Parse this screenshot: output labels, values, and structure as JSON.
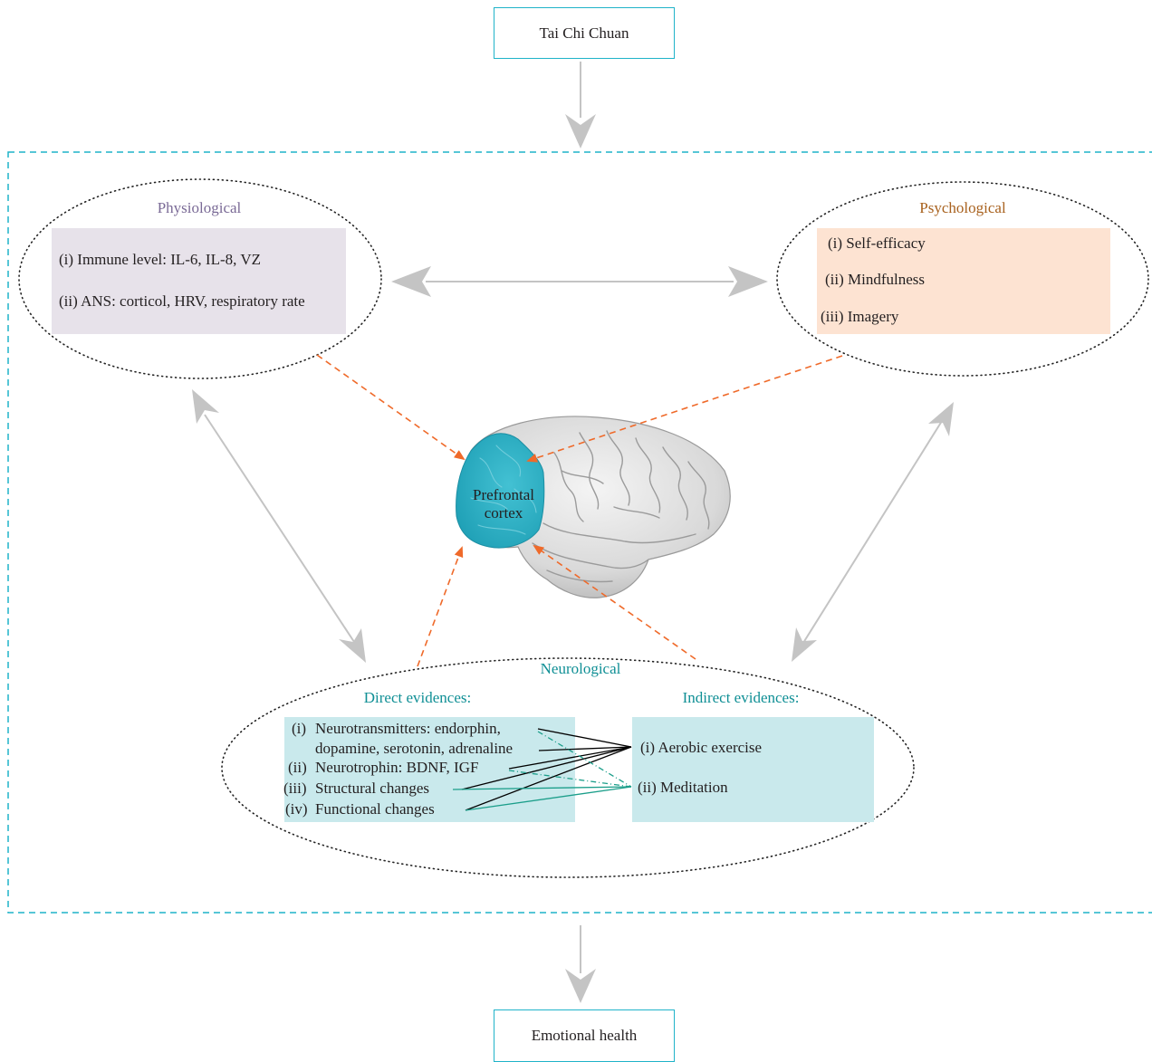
{
  "top_box": {
    "label": "Tai Chi Chuan"
  },
  "bottom_box": {
    "label": "Emotional health"
  },
  "physiological": {
    "title": "Physiological",
    "items": [
      "(i) Immune level: IL-6, IL-8, VZ",
      "(ii) ANS: corticol, HRV, respiratory rate"
    ]
  },
  "psychological": {
    "title": "Psychological",
    "items": [
      "(i) Self-efficacy",
      "(ii) Mindfulness",
      "(iii) Imagery"
    ]
  },
  "brain": {
    "label_line1": "Prefrontal",
    "label_line2": "cortex"
  },
  "neurological": {
    "title": "Neurological",
    "direct_header": "Direct evidences:",
    "indirect_header": "Indirect evidences:",
    "direct_items": [
      {
        "num": "(i)",
        "line1": "Neurotransmitters: endorphin,",
        "line2": "dopamine, serotonin, adrenaline"
      },
      {
        "num": "(ii)",
        "line1": "Neurotrophin: BDNF, IGF"
      },
      {
        "num": "(iii)",
        "line1": "Structural changes"
      },
      {
        "num": "(iv)",
        "line1": "Functional changes"
      }
    ],
    "indirect_items": [
      "(i) Aerobic exercise",
      "(ii) Meditation"
    ]
  },
  "colors": {
    "frame": "#1fb3c9",
    "physio_title": "#7a6a96",
    "physio_fill": "#e7e2ea",
    "psycho_title": "#a8611e",
    "psycho_fill": "#fde3d2",
    "neuro_title": "#0f8f95",
    "neuro_fill": "#c9e9ec",
    "orange_arrow": "#ef6a2a",
    "gray_arrow": "#bfbfbf",
    "prefrontal": "#2bb5c9",
    "link_black": "#000000",
    "link_teal": "#1b9e8a"
  }
}
